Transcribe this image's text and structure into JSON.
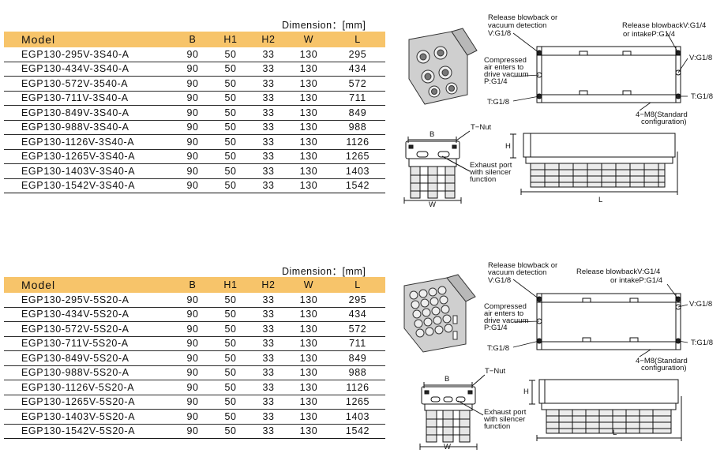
{
  "tables": [
    {
      "dimension_label": "Dimension：[mm]",
      "headers": [
        "Model",
        "B",
        "H1",
        "H2",
        "W",
        "L"
      ],
      "rows": [
        [
          "EGP130-295V-3S40-A",
          "90",
          "50",
          "33",
          "130",
          "295"
        ],
        [
          "EGP130-434V-3S40-A",
          "90",
          "50",
          "33",
          "130",
          "434"
        ],
        [
          "EGP130-572V-3540-A",
          "90",
          "50",
          "33",
          "130",
          "572"
        ],
        [
          "EGP130-711V-3S40-A",
          "90",
          "50",
          "33",
          "130",
          "711"
        ],
        [
          "EGP130-849V-3S40-A",
          "90",
          "50",
          "33",
          "130",
          "849"
        ],
        [
          "EGP130-988V-3S40-A",
          "90",
          "50",
          "33",
          "130",
          "988"
        ],
        [
          "EGP130-1126V-3S40-A",
          "90",
          "50",
          "33",
          "130",
          "1126"
        ],
        [
          "EGP130-1265V-3S40-A",
          "90",
          "50",
          "33",
          "130",
          "1265"
        ],
        [
          "EGP130-1403V-3S40-A",
          "90",
          "50",
          "33",
          "130",
          "1403"
        ],
        [
          "EGP130-1542V-3S40-A",
          "90",
          "50",
          "33",
          "130",
          "1542"
        ]
      ]
    },
    {
      "dimension_label": "Dimension：[mm]",
      "headers": [
        "Model",
        "B",
        "H1",
        "H2",
        "W",
        "L"
      ],
      "rows": [
        [
          "EGP130-295V-5S20-A",
          "90",
          "50",
          "33",
          "130",
          "295"
        ],
        [
          "EGP130-434V-5S20-A",
          "90",
          "50",
          "33",
          "130",
          "434"
        ],
        [
          "EGP130-572V-5S20-A",
          "90",
          "50",
          "33",
          "130",
          "572"
        ],
        [
          "EGP130-711V-5S20-A",
          "90",
          "50",
          "33",
          "130",
          "711"
        ],
        [
          "EGP130-849V-5S20-A",
          "90",
          "50",
          "33",
          "130",
          "849"
        ],
        [
          "EGP130-988V-5S20-A",
          "90",
          "50",
          "33",
          "130",
          "988"
        ],
        [
          "EGP130-1126V-5S20-A",
          "90",
          "50",
          "33",
          "130",
          "1126"
        ],
        [
          "EGP130-1265V-5S20-A",
          "90",
          "50",
          "33",
          "130",
          "1265"
        ],
        [
          "EGP130-1403V-5S20-A",
          "90",
          "50",
          "33",
          "130",
          "1403"
        ],
        [
          "EGP130-1542V-5S20-A",
          "90",
          "50",
          "33",
          "130",
          "1542"
        ]
      ]
    }
  ],
  "drawings": [
    {
      "release_blowback_l1": "Release blowback or",
      "release_blowback_l2": "vacuum detection",
      "v_port_left": "V:G1/8",
      "release_right_l1": "Release blowbackV:G1/4",
      "release_right_l2": "or intakeP:G1/4",
      "compressed_l1": "Compressed",
      "compressed_l2": "air enters to",
      "compressed_l3": "drive vacuum",
      "compressed_l4": "P:G1/4",
      "v_port_right": "V:G1/8",
      "t_port_left": "T:G1/8",
      "t_port_right": "T:G1/8",
      "m8_l1": "4−M8(Standard",
      "m8_l2": "configuration)",
      "b_label": "B",
      "t_nut": "T−Nut",
      "h_label": "H",
      "exhaust_l1": "Exhaust port",
      "exhaust_l2": "with silencer",
      "exhaust_l3": "function",
      "w_label": "W",
      "l_label": "L"
    },
    {
      "release_blowback_l1": "Release blowback or",
      "release_blowback_l2": "vacuum detection",
      "v_port_left": "V:G1/8",
      "release_right_l1": "Release blowbackV:G1/4",
      "release_right_l2": "or intakeP:G1/4",
      "compressed_l1": "Compressed",
      "compressed_l2": "air enters to",
      "compressed_l3": "drive vacuum",
      "compressed_l4": "P:G1/4",
      "v_port_right": "V:G1/8",
      "t_port_left": "T:G1/8",
      "t_port_right": "T:G1/8",
      "m8_l1": "4−M8(Standard",
      "m8_l2": "configuration)",
      "b_label": "B",
      "t_nut": "T−Nut",
      "h_label": "H",
      "exhaust_l1": "Exhaust port",
      "exhaust_l2": "with silencer",
      "exhaust_l3": "function",
      "w_label": "W",
      "l_label": "L"
    }
  ]
}
